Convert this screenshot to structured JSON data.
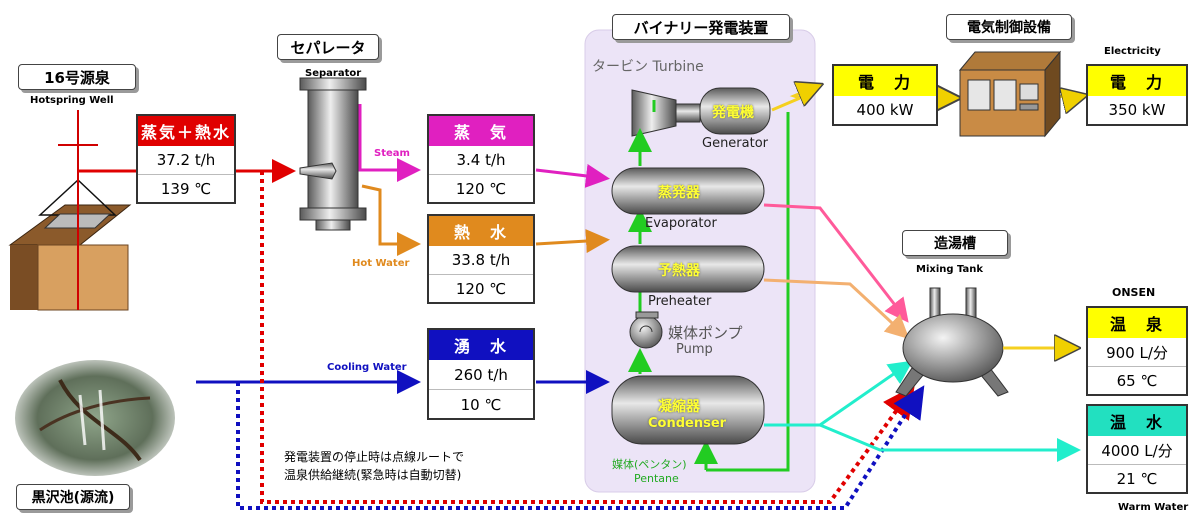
{
  "well": {
    "title": "16号源泉",
    "caption": "Hotspring Well"
  },
  "separator": {
    "title": "セパレータ",
    "caption": "Separator"
  },
  "binary": {
    "title": "バイナリー発電装置",
    "turbine_label": "タービン Turbine"
  },
  "control": {
    "title": "電気制御設備"
  },
  "electricity_caption": "Electricity",
  "mixing": {
    "title": "造湯槽",
    "caption": "Mixing Tank"
  },
  "lake": {
    "title": "黒沢池(源流)"
  },
  "onsen_caption": "ONSEN",
  "warm_caption": "Warm Water",
  "streams": {
    "steam": "Steam",
    "hot_water": "Hot Water",
    "cooling": "Cooling Water"
  },
  "boxes": {
    "steam_hotwater": {
      "header": "蒸気＋熱水",
      "r1": "37.2 t/h",
      "r2": "139 ℃"
    },
    "steam": {
      "header": "蒸　気",
      "r1": "3.4 t/h",
      "r2": "120 ℃"
    },
    "hot_water": {
      "header": "熱　水",
      "r1": "33.8 t/h",
      "r2": "120 ℃"
    },
    "cold_water": {
      "header": "湧　水",
      "r1": "260 t/h",
      "r2": "10 ℃"
    },
    "power_gen": {
      "header": "電　力",
      "r1": "400 kW"
    },
    "power_out": {
      "header": "電　力",
      "r1": "350 kW"
    },
    "onsen": {
      "header": "温　泉",
      "r1": "900 L/分",
      "r2": "65 ℃"
    },
    "warm": {
      "header": "温　水",
      "r1": "4000 L/分",
      "r2": "21 ℃"
    }
  },
  "components": {
    "generator": "発電機",
    "generator_en": "Generator",
    "evaporator": "蒸発器",
    "evaporator_en": "Evaporator",
    "preheater": "予熱器",
    "preheater_en": "Preheater",
    "pump": "媒体ポンプ",
    "pump_en": "Pump",
    "condenser": "凝縮器",
    "condenser_en": "Condenser",
    "medium": "媒体(ペンタン)",
    "medium_en": "Pentane"
  },
  "note": {
    "line1": "発電装置の停止時は点線ルートで",
    "line2": "温泉供給継続(緊急時は自動切替)"
  },
  "colors": {
    "red": "#e00000",
    "magenta": "#e020c0",
    "orange": "#e08a1e",
    "blue": "#1010c0",
    "green": "#22cc22",
    "yellow": "#ffff00",
    "pink": "#ff5a9a",
    "cyan": "#22eecc",
    "binary_bg": "#ece4f7"
  }
}
